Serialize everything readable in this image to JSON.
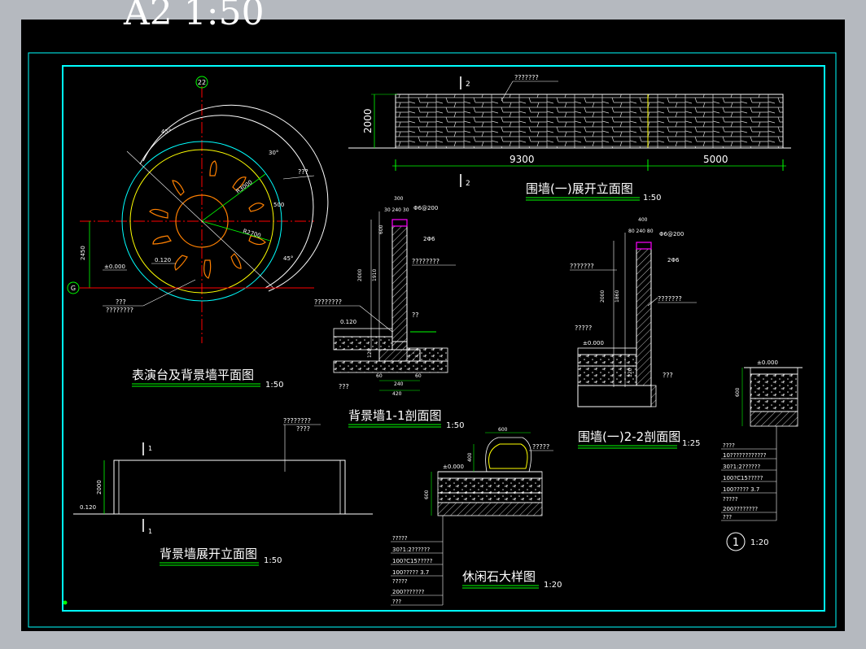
{
  "sheet": {
    "title": "A2 1:50"
  },
  "drawings": {
    "stage_plan": {
      "title": "表演台及背景墙平面图",
      "scale": "1:50",
      "axis_top": "22",
      "axis_left": "G",
      "labels": {
        "deg45a": "45°",
        "deg30": "30°",
        "deg45b": "45°",
        "r3000": "R3000",
        "r2700": "R2700",
        "d500": "500",
        "leader": "???",
        "dim2450": "2450",
        "lvl0": "±0.000",
        "lvl120": "0.120",
        "note1": "???",
        "note2": "????????"
      }
    },
    "wall1_elev": {
      "title": "围墙(一)展开立面图",
      "scale": "1:50",
      "height": "2000",
      "dim1": "9300",
      "dim2": "5000",
      "sec_top": "2",
      "sec_bot": "2",
      "note": "???????"
    },
    "bg_section": {
      "title": "背景墙1-1剖面图",
      "scale": "1:50",
      "dims": {
        "w300": "300",
        "top": "30 240 30",
        "rebar": "Φ6@200",
        "bar": "2Φ6",
        "h600": "600",
        "h2000": "2000",
        "h1910": "1910",
        "b60a": "60",
        "b60b": "60",
        "b240": "240",
        "b420": "420",
        "b120": "120"
      },
      "lvl": "0.120",
      "notes": [
        "????????",
        "????????",
        "??",
        "???"
      ]
    },
    "wall1_section": {
      "title": "围墙(一)2-2剖面图",
      "scale": "1:25",
      "dims": {
        "w400": "400",
        "top": "80 240 80",
        "rebar": "Φ6@200",
        "bar": "2Φ6",
        "h2000": "2000",
        "h1860": "1860",
        "h120": "120"
      },
      "lvl": "±0.000",
      "notes": [
        "???????",
        "?????",
        "???????",
        "???"
      ]
    },
    "bg_elev": {
      "title": "背景墙展开立面图",
      "scale": "1:50",
      "height": "2000",
      "lvl": "0.120",
      "sec_top": "1",
      "sec_bot": "1",
      "note1": "????????",
      "note2": "????"
    },
    "stone_detail": {
      "title": "休闲石大样图",
      "scale": "1:20",
      "w600": "600",
      "h400": "400",
      "h600": "600",
      "lvl": "±0.000",
      "note": "?????",
      "legend": [
        "?????",
        "30?1:2??????",
        "100?C15?????",
        "100?????  3.7",
        "?????",
        "200???????",
        "???"
      ]
    },
    "detail1": {
      "num": "1",
      "scale": "1:20",
      "lvl": "±0.000",
      "h600": "600",
      "legend": [
        "????",
        "10????????????",
        "30?1:2??????",
        "100?C15?????",
        "100?????  3.7",
        "?????",
        "200????????",
        "???"
      ]
    }
  },
  "colors": {
    "cyan": "#00ffff",
    "green": "#00ff00",
    "red": "#ff0000",
    "orange": "#ff8000",
    "yellow": "#ffff00",
    "magenta": "#ff00ff"
  }
}
